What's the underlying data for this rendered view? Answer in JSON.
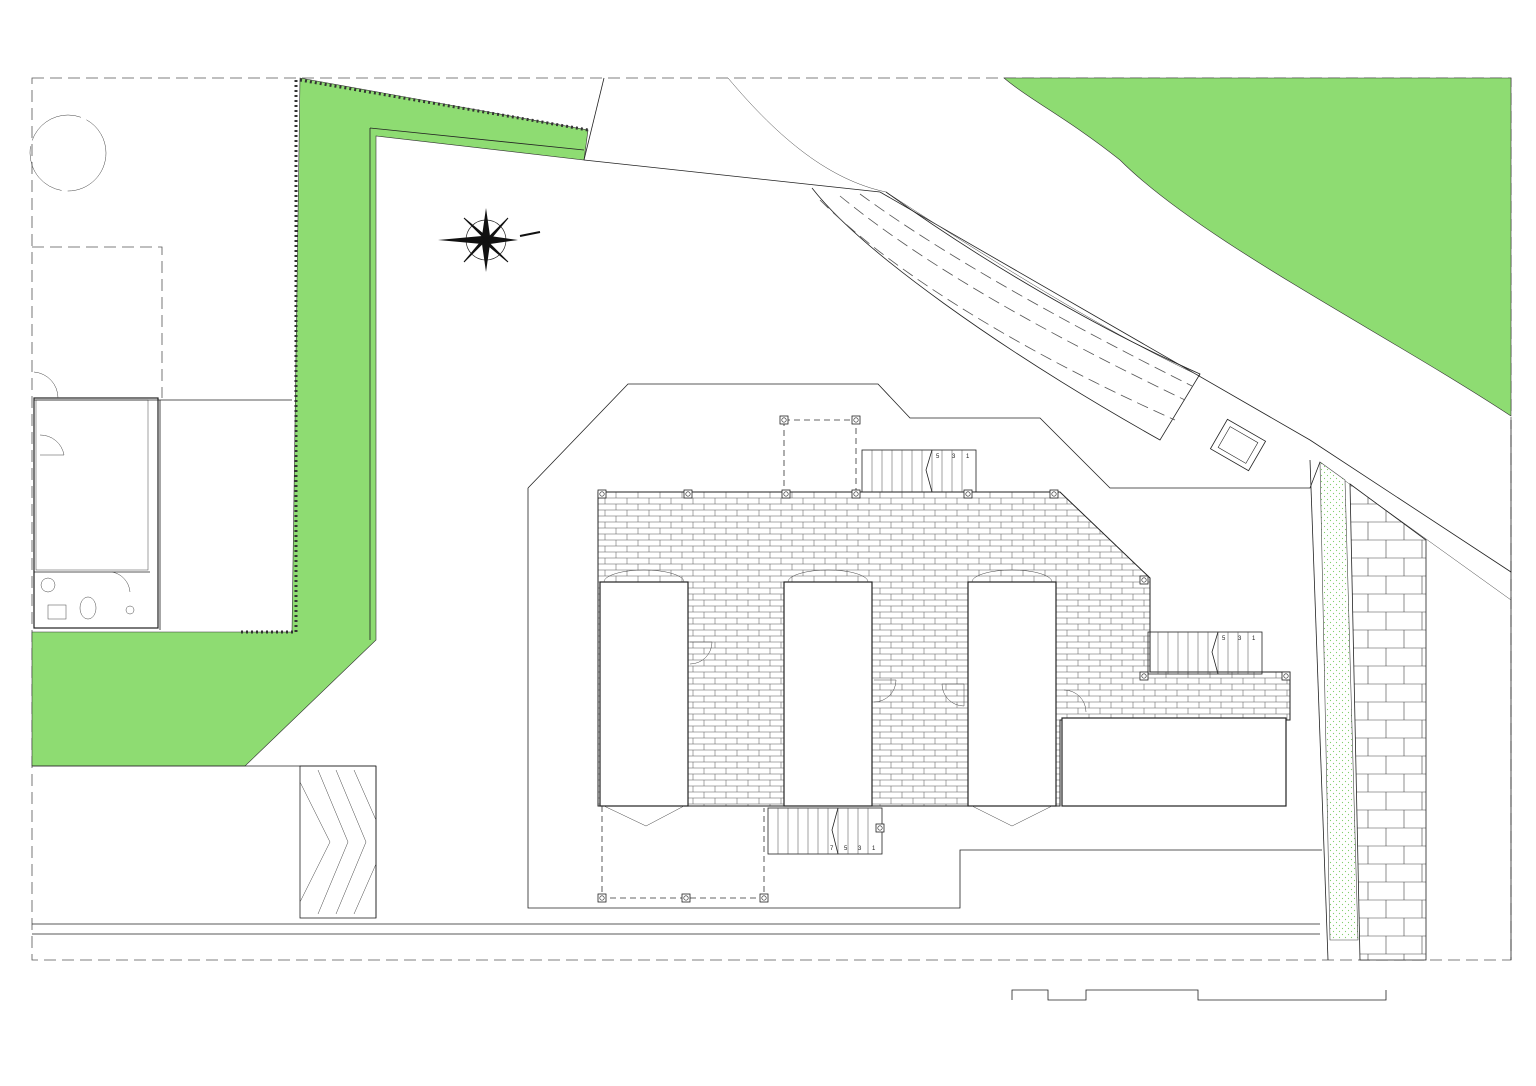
{
  "colors": {
    "lawn": "#8edc72",
    "line": "#222222",
    "paper": "#ffffff",
    "hatch_green": "#7fcf6a"
  },
  "icons": {
    "compass": "north-arrow-compass-rose",
    "column": "column-marker",
    "door": "door-swing-arc"
  },
  "stairs": {
    "north": [
      "5",
      "3",
      "1"
    ],
    "east": [
      "5",
      "3",
      "1"
    ],
    "south": [
      "7",
      "5",
      "3",
      "1"
    ]
  }
}
